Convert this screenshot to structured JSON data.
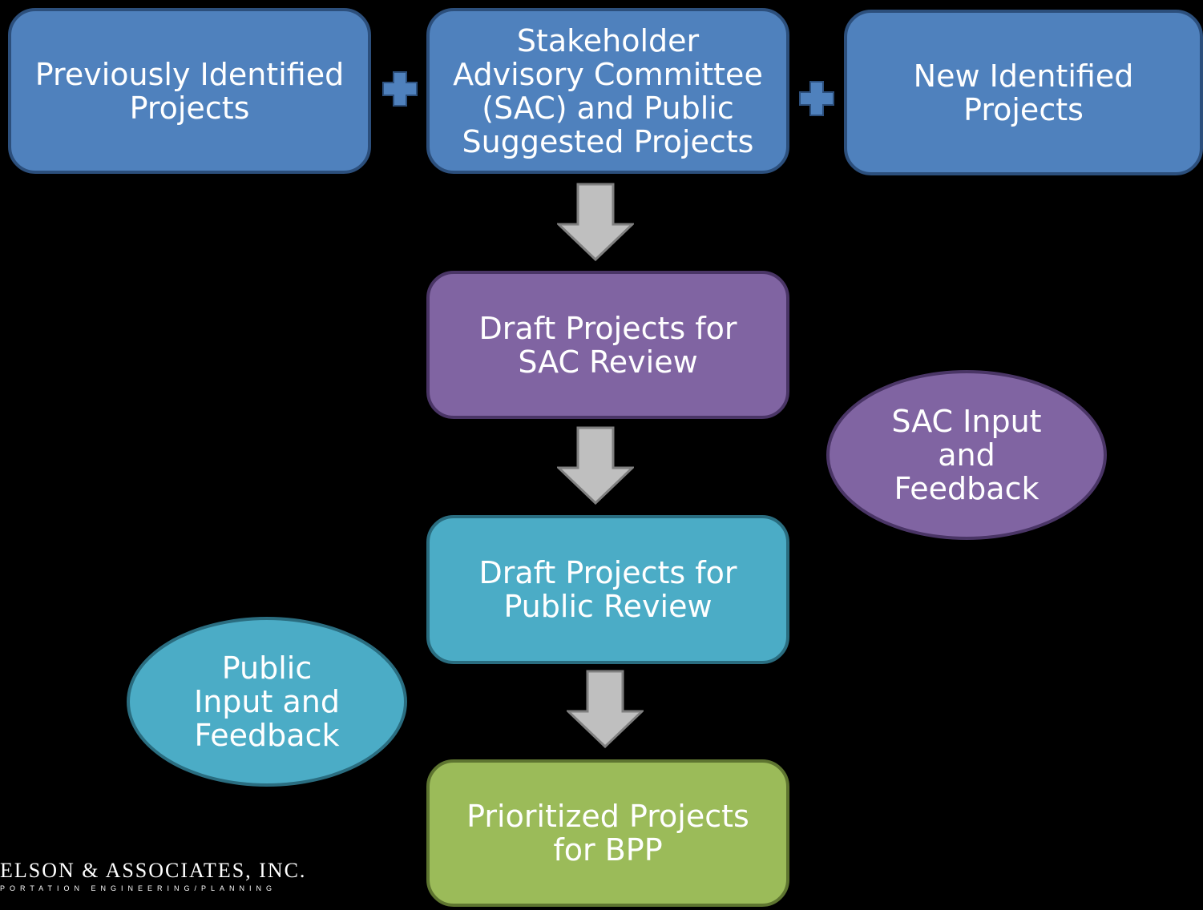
{
  "boxes": {
    "previously_identified": "Previously Identified\nProjects",
    "sac_public_suggested": "Stakeholder\nAdvisory Committee\n(SAC) and Public\nSuggested Projects",
    "new_identified": "New Identified\nProjects",
    "draft_sac_review": "Draft Projects for\nSAC Review",
    "draft_public_review": "Draft Projects for\nPublic Review",
    "prioritized": "Prioritized Projects\nfor BPP"
  },
  "ovals": {
    "sac_input": "SAC Input\nand\nFeedback",
    "public_input": "Public\nInput and\nFeedback"
  },
  "logo": {
    "name": "ELSON & ASSOCIATES, INC.",
    "tagline": "PORTATION ENGINEERING/PLANNING"
  },
  "colors": {
    "blue": "#4f81bd",
    "purple": "#8064a2",
    "teal": "#4bacc6",
    "green": "#9bbb59",
    "arrow": "#bfbfbf",
    "background": "#000000"
  }
}
